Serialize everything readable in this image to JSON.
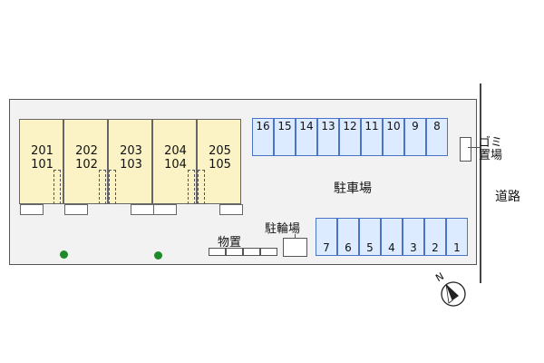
{
  "units": [
    {
      "upper": "201",
      "lower": "101"
    },
    {
      "upper": "202",
      "lower": "102"
    },
    {
      "upper": "203",
      "lower": "103"
    },
    {
      "upper": "204",
      "lower": "104"
    },
    {
      "upper": "205",
      "lower": "105"
    }
  ],
  "parking_top": [
    "16",
    "15",
    "14",
    "13",
    "12",
    "11",
    "10",
    "9",
    "8"
  ],
  "parking_bottom": [
    "7",
    "6",
    "5",
    "4",
    "3",
    "2",
    "1"
  ],
  "labels": {
    "parking_lot": "駐車場",
    "bicycle_parking": "駐輪場",
    "storage": "物置",
    "garbage_line1": "ゴミ",
    "garbage_line2": "置場",
    "road": "道路",
    "north": "N"
  },
  "colors": {
    "building": "#fbf3c6",
    "parking": "#dcebff",
    "parking_border": "#4a74c8",
    "tree": "#1f8a2a"
  },
  "icons": [
    "north-arrow-icon"
  ]
}
